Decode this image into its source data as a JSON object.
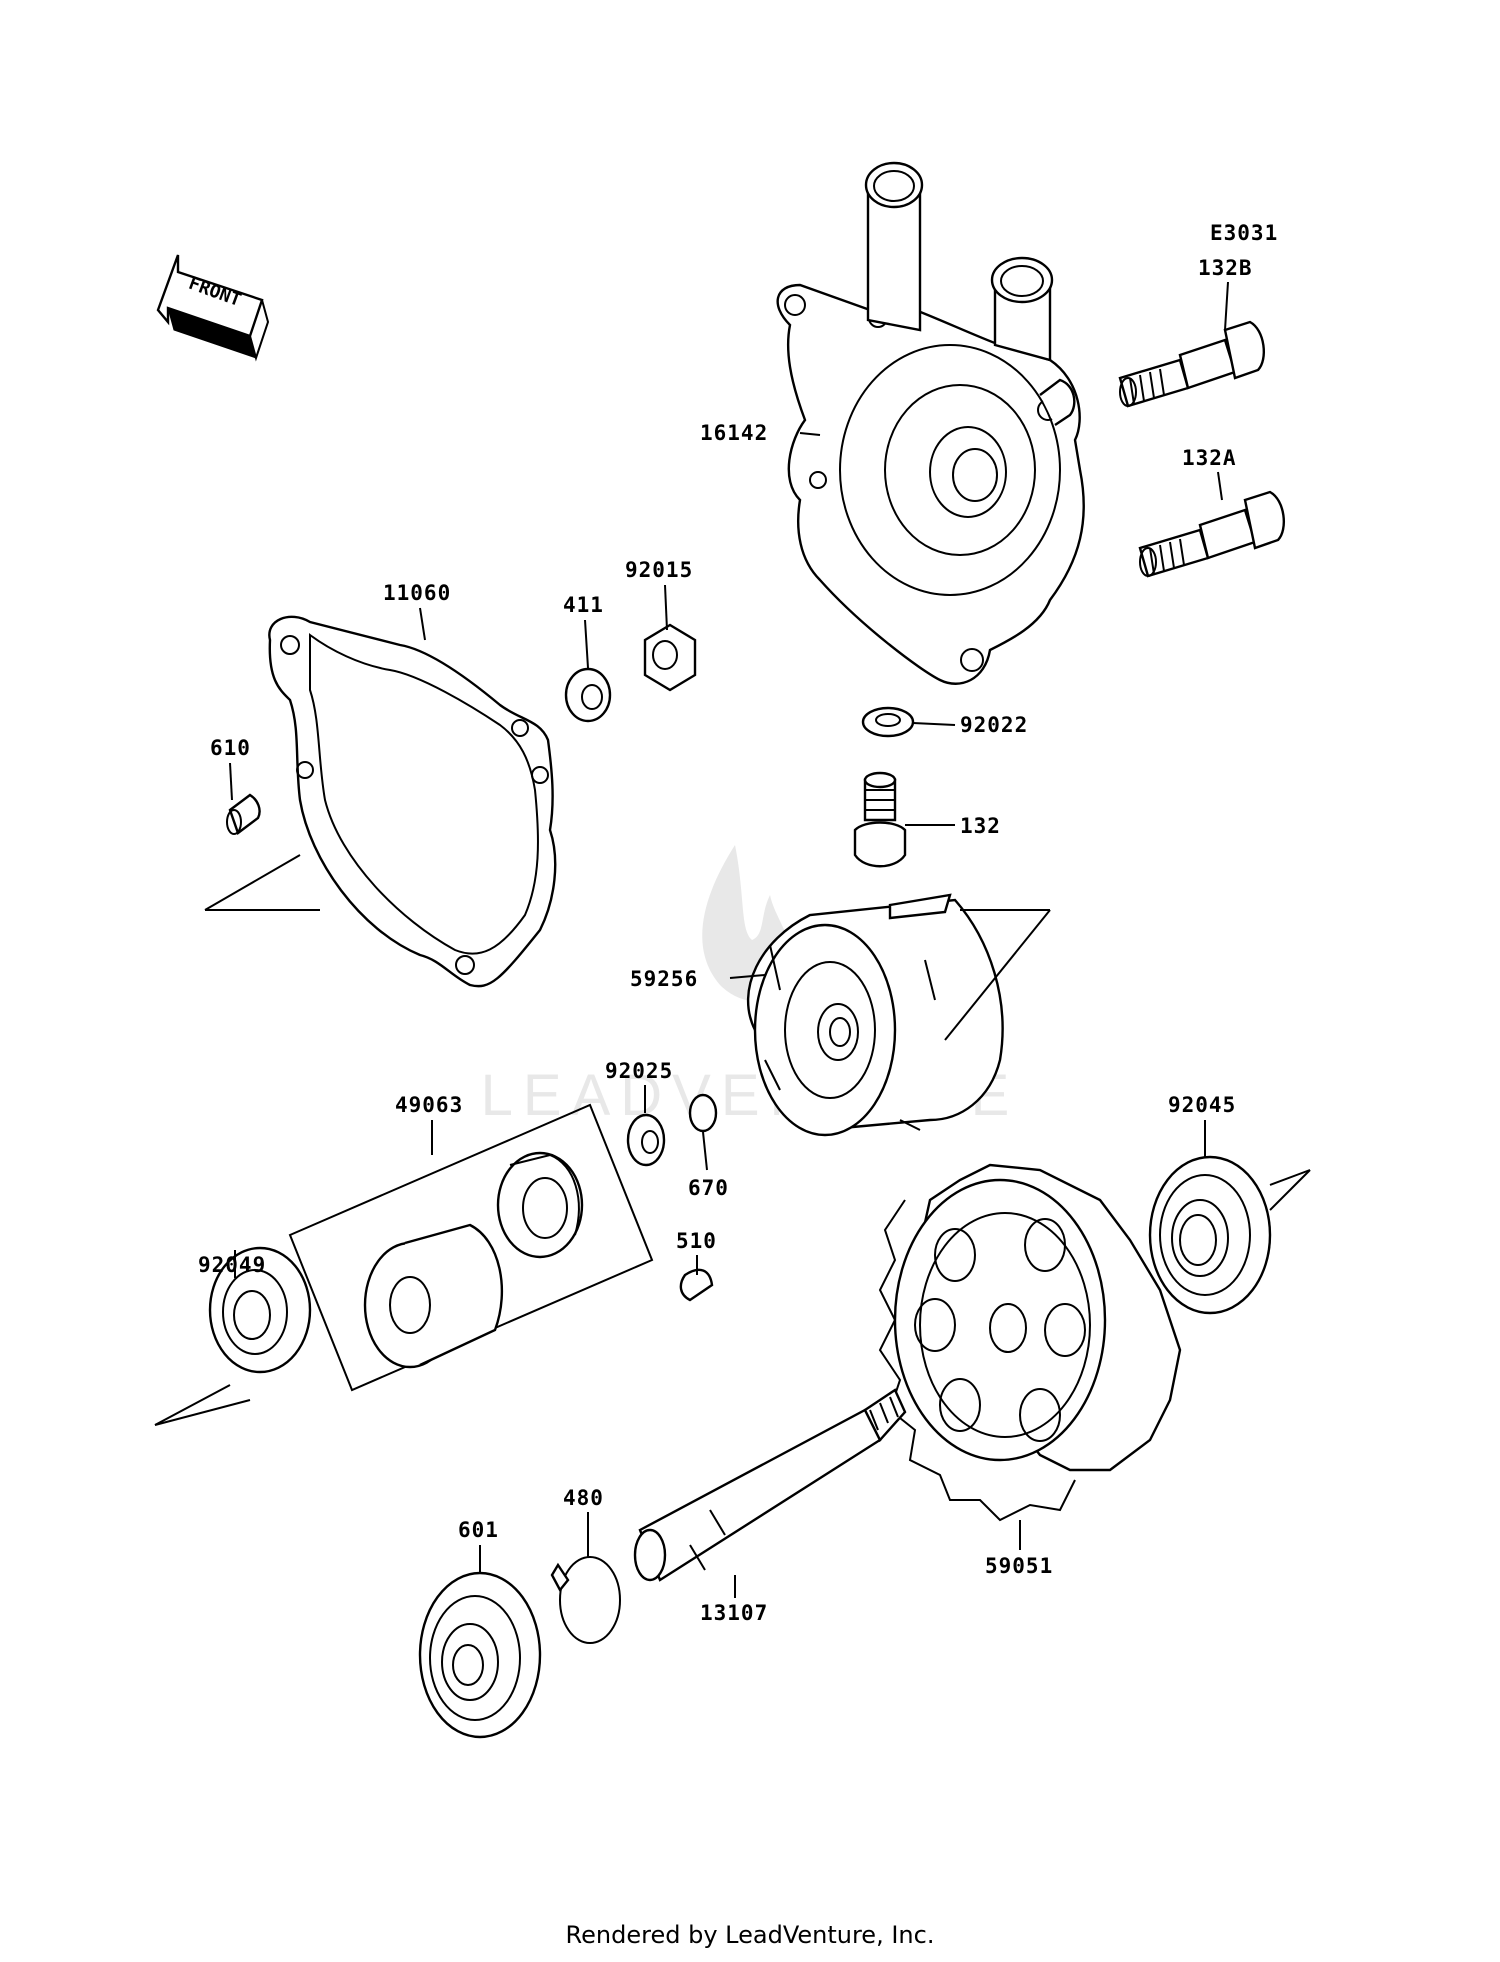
{
  "diagram_code": "E3031",
  "front_label": "FRONT",
  "watermark": "LEADVENTURE",
  "footer": "Rendered by LeadVenture, Inc.",
  "callouts": {
    "p132B": "132B",
    "p16142": "16142",
    "p132A": "132A",
    "p11060": "11060",
    "p411": "411",
    "p92015": "92015",
    "p610": "610",
    "p92022": "92022",
    "p132": "132",
    "p59256": "59256",
    "p92025": "92025",
    "p49063": "49063",
    "p670": "670",
    "p92045": "92045",
    "p92049": "92049",
    "p510": "510",
    "p480": "480",
    "p601": "601",
    "p13107": "13107",
    "p59051": "59051"
  }
}
